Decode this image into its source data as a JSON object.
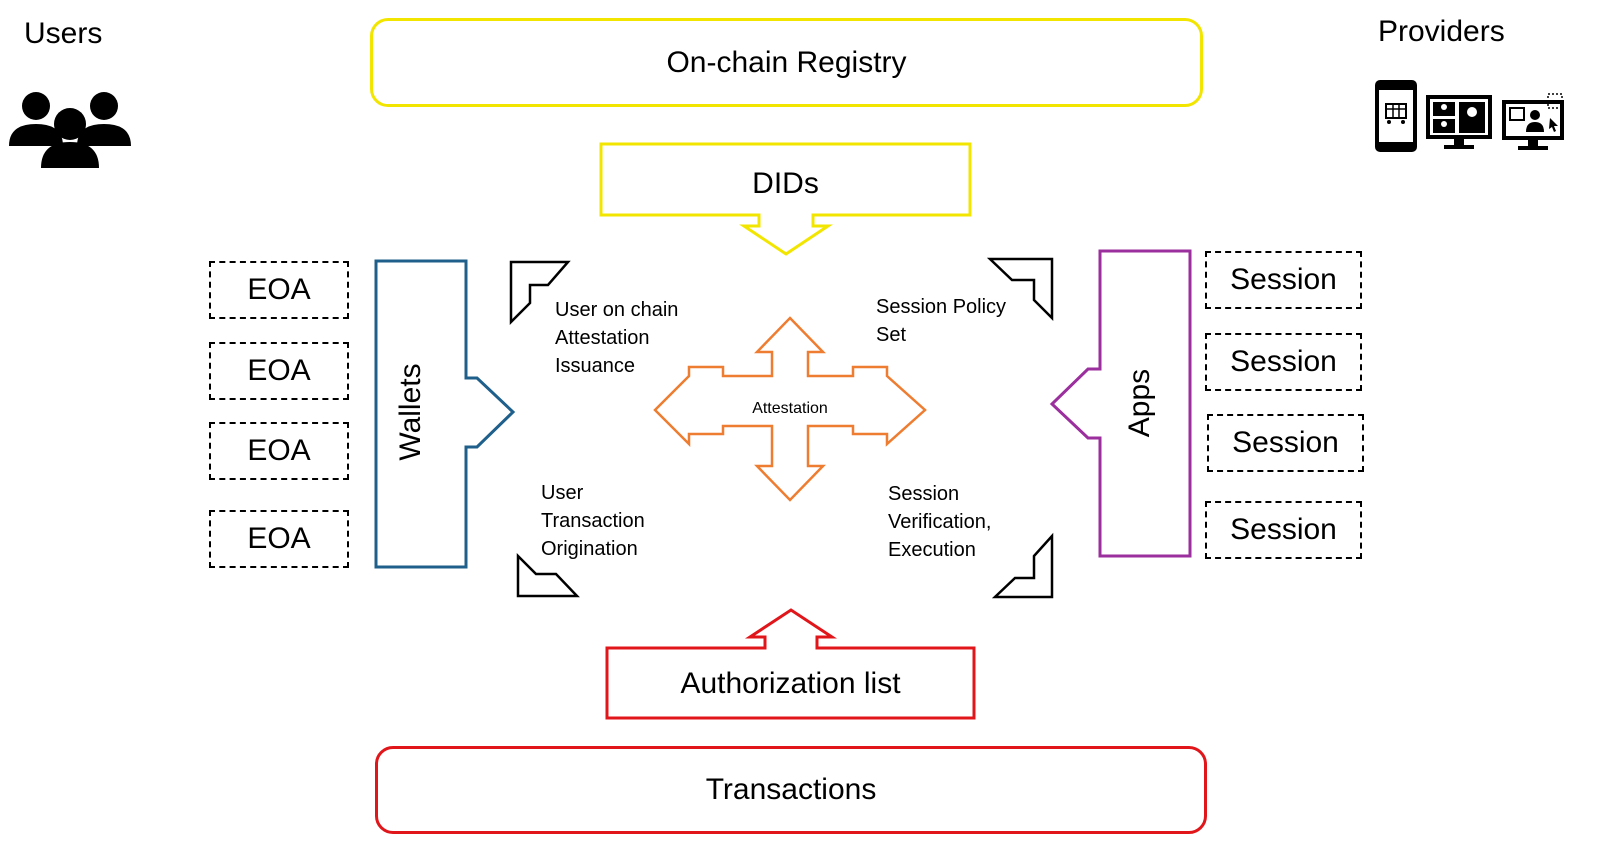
{
  "users": {
    "label": "Users"
  },
  "providers": {
    "label": "Providers"
  },
  "registry": {
    "label": "On-chain Registry"
  },
  "dids": {
    "label": "DIDs"
  },
  "wallets": {
    "label": "Wallets"
  },
  "apps": {
    "label": "Apps"
  },
  "eoa": [
    "EOA",
    "EOA",
    "EOA",
    "EOA"
  ],
  "sessions": [
    "Session",
    "Session",
    "Session",
    "Session"
  ],
  "flows": {
    "top_left": "User on chain\nAttestation\nIssuance",
    "top_right": "Session Policy\nSet",
    "bottom_left": "User\nTransaction\nOrigination",
    "bottom_right": "Session\nVerification,\nExecution"
  },
  "attestation": {
    "label": "Attestation"
  },
  "authorization": {
    "label": "Authorization list"
  },
  "transactions": {
    "label": "Transactions"
  },
  "icons": {
    "users": "users-group-icon",
    "providers": [
      "mobile-shop-icon",
      "monitor-profiles-icon",
      "monitor-user-icon"
    ]
  },
  "colors": {
    "yellow": "#f2e600",
    "red": "#e0161b",
    "blue": "#1f5f8b",
    "purple": "#9b2f9e",
    "orange": "#ee7d31"
  }
}
